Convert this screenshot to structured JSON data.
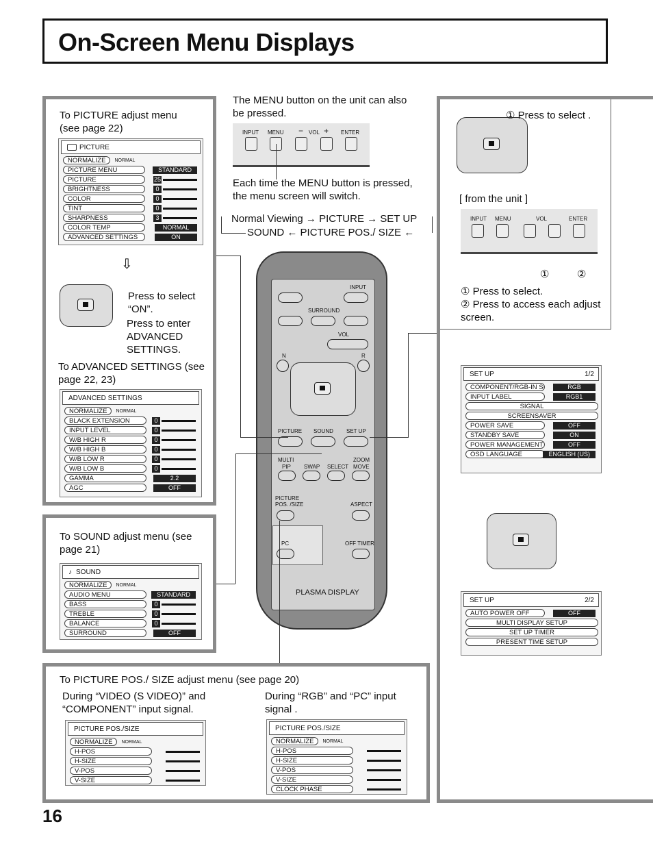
{
  "title": "On-Screen Menu Displays",
  "page_number": "16",
  "picture_panel": {
    "caption": "To PICTURE adjust menu (see page 22)",
    "menu_title": "PICTURE",
    "normalize": "NORMALIZE",
    "normal": "NORMAL",
    "rows": [
      {
        "label": "PICTURE MENU",
        "value": "STANDARD"
      },
      {
        "label": "PICTURE",
        "value": "25"
      },
      {
        "label": "BRIGHTNESS",
        "value": "0"
      },
      {
        "label": "COLOR",
        "value": "0"
      },
      {
        "label": "TINT",
        "value": "0"
      },
      {
        "label": "SHARPNESS",
        "value": "3"
      },
      {
        "label": "COLOR TEMP",
        "value": "NORMAL"
      },
      {
        "label": "ADVANCED SETTINGS",
        "value": "ON"
      }
    ],
    "press_select": "Press to select “ON”.",
    "press_enter": "Press to enter ADVANCED SETTINGS.",
    "adv_caption": "To ADVANCED SETTINGS (see page 22, 23)",
    "adv_title": "ADVANCED SETTINGS",
    "adv_rows": [
      {
        "label": "BLACK EXTENSION",
        "value": "0"
      },
      {
        "label": "INPUT LEVEL",
        "value": "0"
      },
      {
        "label": "W/B HIGH R",
        "value": "0"
      },
      {
        "label": "W/B HIGH B",
        "value": "0"
      },
      {
        "label": "W/B LOW R",
        "value": "0"
      },
      {
        "label": "W/B LOW B",
        "value": "0"
      },
      {
        "label": "GAMMA",
        "value": "2.2"
      },
      {
        "label": "AGC",
        "value": "OFF"
      }
    ]
  },
  "sound_panel": {
    "caption": "To SOUND adjust menu (see page 21)",
    "menu_title": "SOUND",
    "normalize": "NORMALIZE",
    "normal": "NORMAL",
    "rows": [
      {
        "label": "AUDIO MENU",
        "value": "STANDARD"
      },
      {
        "label": "BASS",
        "value": "0"
      },
      {
        "label": "TREBLE",
        "value": "0"
      },
      {
        "label": "BALANCE",
        "value": "0"
      },
      {
        "label": "SURROUND",
        "value": "OFF"
      }
    ]
  },
  "pos_panel": {
    "caption": "To PICTURE POS./ SIZE adjust menu (see page 20)",
    "left_caption": "During “VIDEO (S VIDEO)” and “COMPONENT” input signal.",
    "right_caption": "During “RGB” and “PC” input signal .",
    "menu_title": "PICTURE POS./SIZE",
    "normalize": "NORMALIZE",
    "normal": "NORMAL",
    "left_rows": [
      "H-POS",
      "H-SIZE",
      "V-POS",
      "V-SIZE"
    ],
    "right_rows": [
      "H-POS",
      "H-SIZE",
      "V-POS",
      "V-SIZE",
      "CLOCK PHASE"
    ]
  },
  "unit_top": {
    "caption": "The MENU button on the unit can also be pressed.",
    "buttons": [
      "INPUT",
      "MENU",
      "VOL",
      "ENTER"
    ],
    "minus": "−",
    "plus": "+",
    "note": "Each time the MENU button is pressed, the menu screen will switch."
  },
  "flow": {
    "line1": [
      "Normal Viewing",
      "PICTURE",
      "SET UP"
    ],
    "line2": [
      "SOUND",
      "PICTURE POS./ SIZE"
    ]
  },
  "remote": {
    "input": "INPUT",
    "surround": "SURROUND",
    "vol": "VOL",
    "n": "N",
    "r": "R",
    "picture": "PICTURE",
    "sound": "SOUND",
    "setup": "SET UP",
    "multi": "MULTI",
    "pip": "PIP",
    "swap": "SWAP",
    "select": "SELECT",
    "zoom": "ZOOM",
    "move": "MOVE",
    "pos_size1": "PICTURE",
    "pos_size2": "POS. /SIZE",
    "aspect": "ASPECT",
    "pc": "PC",
    "off_timer": "OFF TIMER",
    "brand": "PLASMA DISPLAY"
  },
  "setup_panel": {
    "press_select_top": "① Press to select .",
    "from_unit": "[ from the unit ]",
    "buttons": [
      "INPUT",
      "MENU",
      "VOL",
      "ENTER"
    ],
    "marker1": "①",
    "marker2": "②",
    "press_select": "① Press to select.",
    "press_access": "② Press to access each adjust screen.",
    "menu1_title": "SET UP",
    "menu1_page": "1/2",
    "menu1_rows": [
      {
        "label": "COMPONENT/RGB-IN SELECT",
        "value": "RGB"
      },
      {
        "label": "INPUT LABEL",
        "value": "RGB1"
      },
      {
        "label": "SIGNAL",
        "value": ""
      },
      {
        "label": "SCREENSAVER",
        "value": ""
      },
      {
        "label": "POWER SAVE",
        "value": "OFF"
      },
      {
        "label": "STANDBY SAVE",
        "value": "ON"
      },
      {
        "label": "POWER MANAGEMENT",
        "value": "OFF"
      },
      {
        "label": "OSD LANGUAGE",
        "value": "ENGLISH (US)"
      }
    ],
    "menu2_title": "SET UP",
    "menu2_page": "2/2",
    "menu2_rows": [
      {
        "label": "AUTO POWER OFF",
        "value": "OFF"
      },
      {
        "label": "MULTI DISPLAY SETUP",
        "value": ""
      },
      {
        "label": "SET UP TIMER",
        "value": ""
      },
      {
        "label": "PRESENT TIME SETUP",
        "value": ""
      }
    ]
  },
  "colors": {
    "panel_border": "#8a8a8a",
    "menu_highlight": "#222222"
  }
}
